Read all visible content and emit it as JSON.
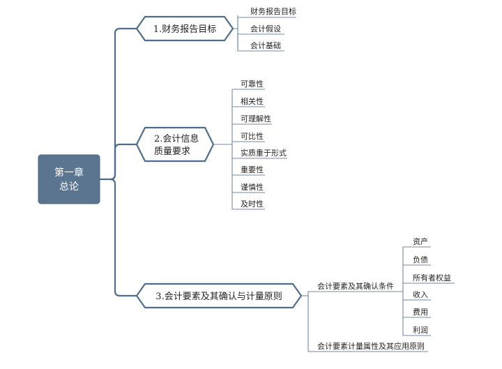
{
  "root": {
    "line1": "第一章",
    "line2": "总论"
  },
  "branches": [
    {
      "label": "1.财务报告目标",
      "children": [
        "财务报告目标",
        "会计假设",
        "会计基础"
      ]
    },
    {
      "label_line1": "2.会计信息",
      "label_line2": "质量要求",
      "children": [
        "可靠性",
        "相关性",
        "可理解性",
        "可比性",
        "实质重于形式",
        "重要性",
        "谨慎性",
        "及时性"
      ]
    },
    {
      "label": "3.会计要素及其确认与计量原则",
      "sub": [
        {
          "label": "会计要素及其确认条件",
          "children": [
            "资产",
            "负债",
            "所有者权益",
            "收入",
            "费用",
            "利润"
          ]
        },
        {
          "label": "会计要素计量属性及其应用原则"
        }
      ]
    }
  ]
}
